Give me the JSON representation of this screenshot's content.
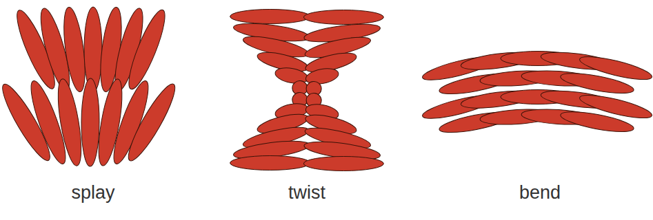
{
  "diagram": {
    "labels": [
      "splay",
      "twist",
      "bend"
    ]
  }
}
